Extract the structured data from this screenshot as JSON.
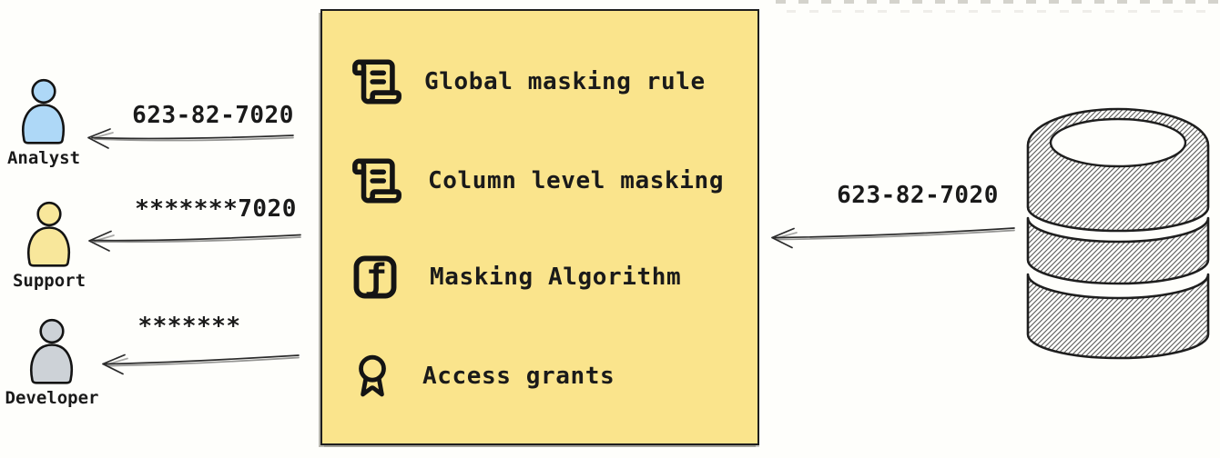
{
  "masking_box": {
    "bg_color": "#FAE48C",
    "function_glyph": "ƒ",
    "items": [
      {
        "icon": "scroll-icon",
        "label": "Global masking rule"
      },
      {
        "icon": "scroll-icon",
        "label": "Column level masking"
      },
      {
        "icon": "function-icon",
        "label": "Masking Algorithm"
      },
      {
        "icon": "award-icon",
        "label": "Access grants"
      }
    ]
  },
  "actors": [
    {
      "name": "Analyst",
      "fill_color": "#AED8F7",
      "received_value": "623-82-7020"
    },
    {
      "name": "Support",
      "fill_color": "#F8E79B",
      "received_value": "*******7020"
    },
    {
      "name": "Developer",
      "fill_color": "#CDD2D7",
      "received_value": "*******"
    }
  ],
  "database": {
    "icon": "database-icon",
    "outgoing_value": "623-82-7020"
  },
  "colors": {
    "outline": "#1E1E1E",
    "arrow": "#2B2B2B",
    "canvas_background": "#FEFEFB"
  }
}
